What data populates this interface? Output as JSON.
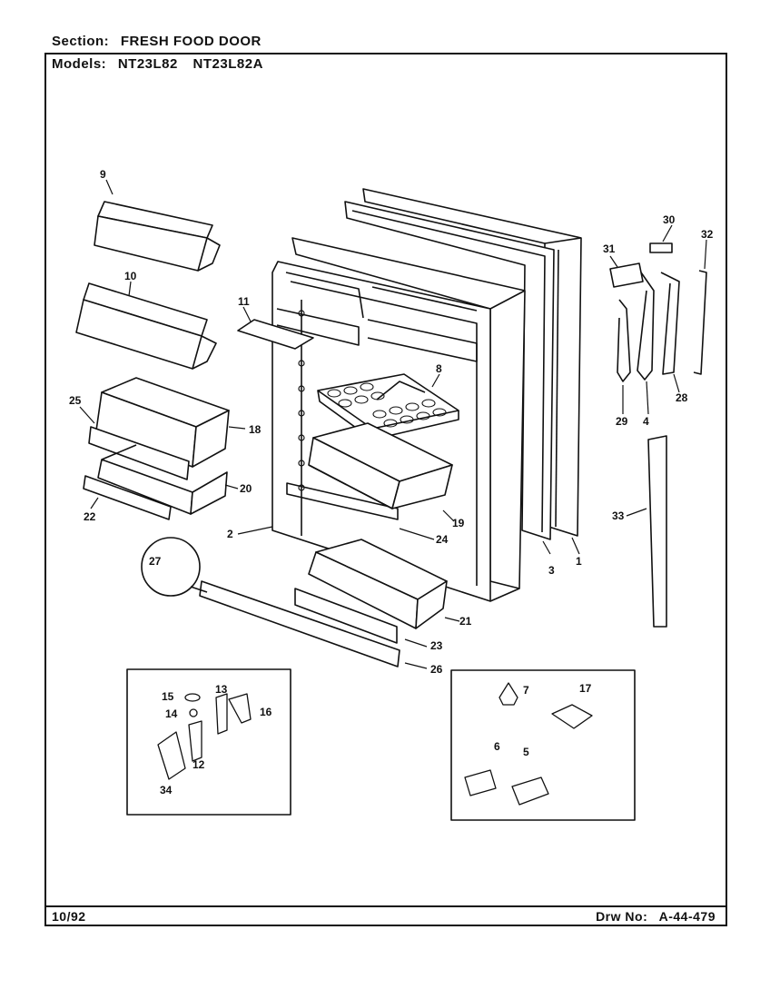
{
  "header": {
    "section_label": "Section:",
    "section_value": "FRESH FOOD DOOR",
    "models_label": "Models:",
    "models": [
      "NT23L82",
      "NT23L82A"
    ]
  },
  "footer": {
    "date": "10/92",
    "drawing_label": "Drw No:",
    "drawing_number": "A-44-479"
  },
  "callouts": [
    "1",
    "2",
    "3",
    "4",
    "5",
    "6",
    "7",
    "8",
    "9",
    "10",
    "11",
    "12",
    "13",
    "14",
    "15",
    "16",
    "17",
    "18",
    "19",
    "20",
    "21",
    "22",
    "23",
    "24",
    "25",
    "26",
    "27",
    "28",
    "29",
    "30",
    "31",
    "32",
    "33",
    "34"
  ]
}
